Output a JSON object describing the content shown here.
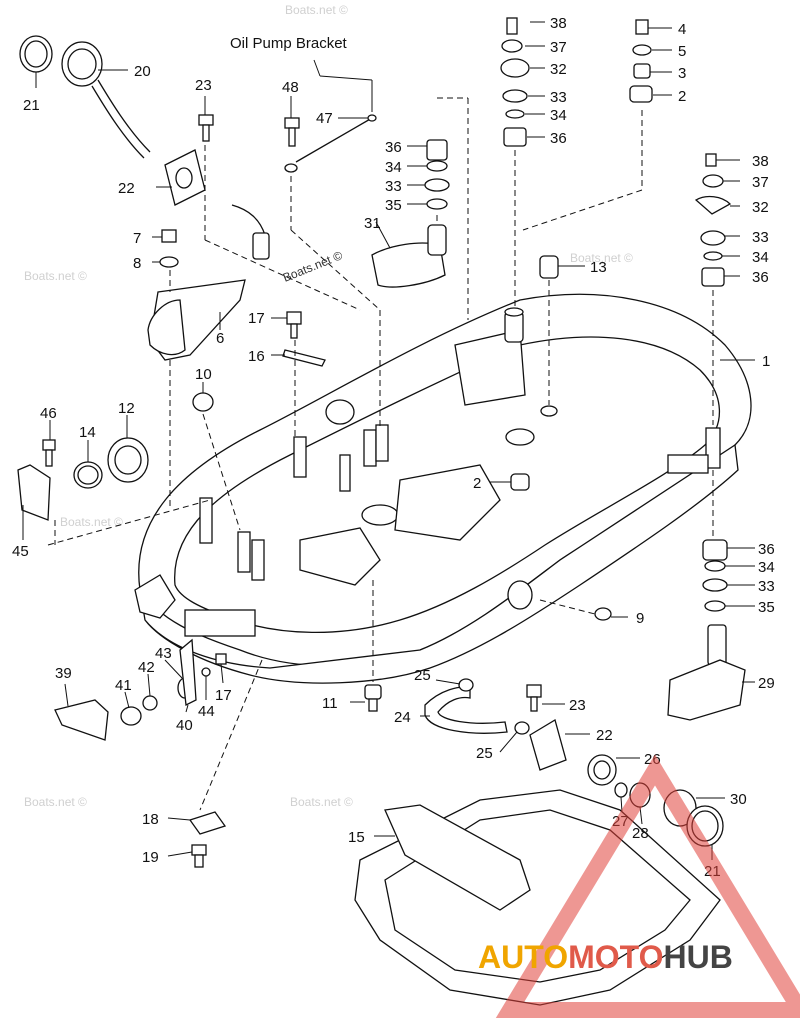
{
  "diagram": {
    "title": "Oil Pump Bracket",
    "watermark": "Boats.net ©",
    "brand": {
      "part1": "AUTO",
      "part2": "MOTO",
      "part3": "HUB",
      "color1": "#f0a500",
      "color2": "#e05a4a",
      "color3": "#444444",
      "triangle_color": "#e0413a"
    },
    "callouts": [
      "1",
      "2",
      "2",
      "3",
      "4",
      "5",
      "6",
      "7",
      "8",
      "9",
      "10",
      "11",
      "12",
      "13",
      "14",
      "15",
      "16",
      "17",
      "17",
      "18",
      "19",
      "20",
      "21",
      "21",
      "22",
      "22",
      "23",
      "23",
      "24",
      "25",
      "25",
      "26",
      "27",
      "28",
      "29",
      "30",
      "31",
      "32",
      "32",
      "33",
      "33",
      "33",
      "33",
      "34",
      "34",
      "34",
      "34",
      "35",
      "35",
      "36",
      "36",
      "36",
      "36",
      "37",
      "37",
      "38",
      "38",
      "39",
      "40",
      "41",
      "42",
      "43",
      "44",
      "45",
      "46",
      "47",
      "48"
    ]
  }
}
